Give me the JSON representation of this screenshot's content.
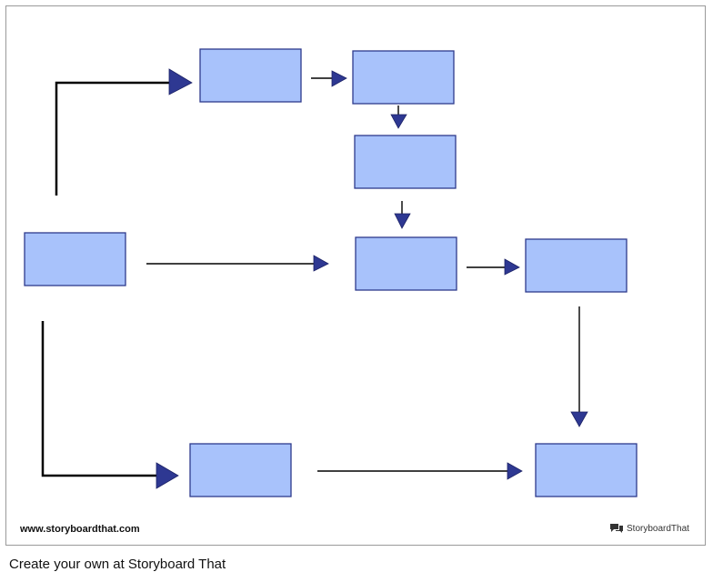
{
  "colors": {
    "box_fill": "#a8c2fb",
    "box_stroke": "#2e3a8c",
    "arrowhead": "#2e3892",
    "line": "#000000",
    "frame_border": "#9a9a9a"
  },
  "boxes": [
    {
      "id": "box-start-left"
    },
    {
      "id": "box-top-1"
    },
    {
      "id": "box-top-2"
    },
    {
      "id": "box-middle-1"
    },
    {
      "id": "box-center"
    },
    {
      "id": "box-right-middle"
    },
    {
      "id": "box-bottom-left"
    },
    {
      "id": "box-bottom-right"
    }
  ],
  "footer": {
    "site_url": "www.storyboardthat.com",
    "brand_name": "StoryboardThat",
    "brand_icon": "speech-bubble-icon",
    "cta": "Create your own at Storyboard That"
  }
}
